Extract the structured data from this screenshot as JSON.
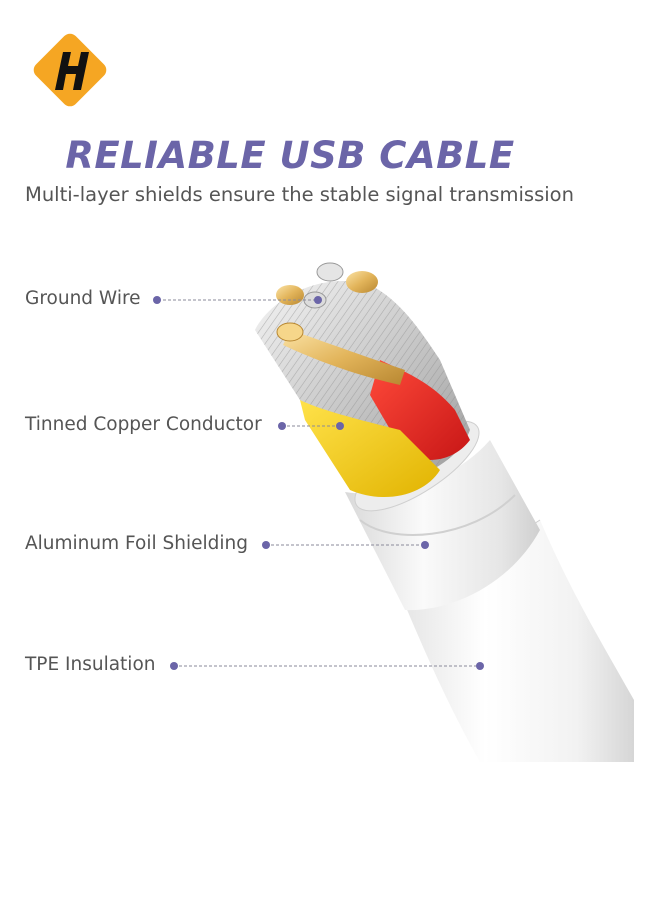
{
  "header": {
    "title": "RELIABLE USB CABLE",
    "subtitle": "Multi-layer shields ensure the stable signal transmission"
  },
  "logo": {
    "icon": "letter-h-logo-icon",
    "color": "#f5a623"
  },
  "callouts": [
    {
      "label": "Ground Wire"
    },
    {
      "label": "Tinned Copper Conductor"
    },
    {
      "label": "Aluminum Foil Shielding"
    },
    {
      "label": "TPE Insulation"
    }
  ],
  "colors": {
    "accent": "#6b65a8",
    "dot": "#6b65a8",
    "text": "#555555"
  }
}
